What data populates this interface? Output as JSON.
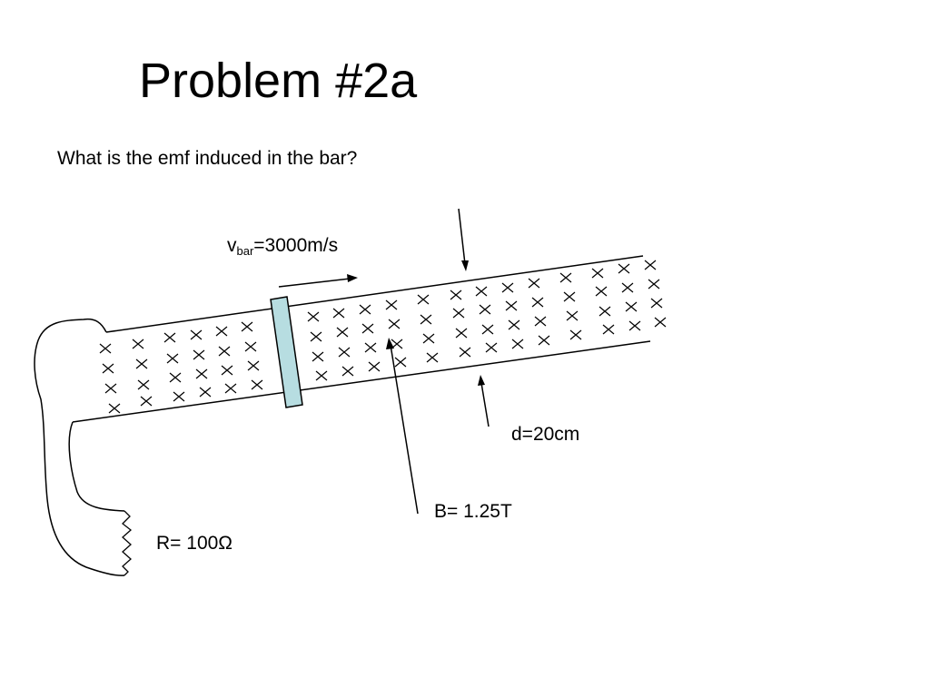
{
  "slide": {
    "title": "Problem #2a",
    "question": "What is the emf induced in the bar?"
  },
  "labels": {
    "velocity_symbol": "v",
    "velocity_subscript": "bar",
    "velocity_value": "=3000m/s",
    "separation": "d=20cm",
    "field": "B= 1.25T",
    "resistance": "R= 100Ω"
  },
  "colors": {
    "bar_fill": "#b7dde1",
    "line": "#000000",
    "background": "#ffffff"
  },
  "icons": {
    "field_symbol": "x-mark-into-page"
  }
}
